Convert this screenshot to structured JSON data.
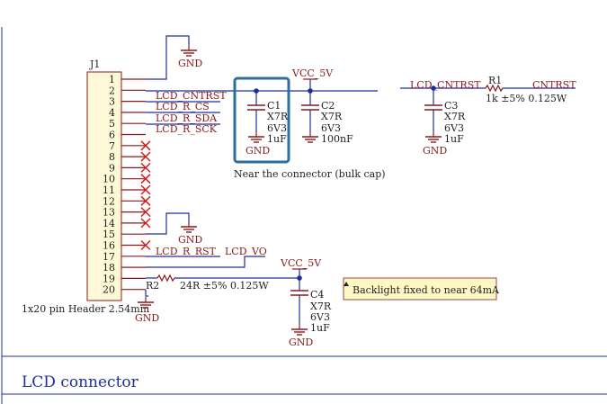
{
  "colors": {
    "wire": "#1f2f9a",
    "symbol": "#8b1a1a",
    "text_red": "#8b1a1a",
    "text_blue": "#1a1a8b",
    "junction": "#1f2f9a",
    "header_fill": "#fff8d6",
    "highlight": "#2a6fa0",
    "note_fill": "#fff8c4",
    "x_mark": "#d11f1f",
    "frame": "#1f2f9a"
  },
  "connector": {
    "ref": "J1",
    "description": "1x20 pin Header 2.54mm",
    "pins": [
      "1",
      "2",
      "3",
      "4",
      "5",
      "6",
      "7",
      "8",
      "9",
      "10",
      "11",
      "12",
      "13",
      "14",
      "15",
      "16",
      "17",
      "18",
      "19",
      "20"
    ]
  },
  "nets": {
    "lcd_cntrst": "LCD_CNTRST",
    "lcd_r_cs": "LCD_R_CS",
    "lcd_r_sda": "LCD_R_SDA",
    "lcd_r_sck": "LCD_R_SCK",
    "lcd_r_rst": "LCD_R_RST",
    "lcd_vo": "LCD_VO",
    "cntrst": "CNTRST",
    "gnd": "GND",
    "vcc_5v": "VCC_5V"
  },
  "components": {
    "c1": {
      "ref": "C1",
      "dielectric": "X7R",
      "voltage": "6V3",
      "value": "1uF"
    },
    "c2": {
      "ref": "C2",
      "dielectric": "X7R",
      "voltage": "6V3",
      "value": "100nF"
    },
    "c3": {
      "ref": "C3",
      "dielectric": "X7R",
      "voltage": "6V3",
      "value": "1uF"
    },
    "c4": {
      "ref": "C4",
      "dielectric": "X7R",
      "voltage": "6V3",
      "value": "1uF"
    },
    "r1": {
      "ref": "R1",
      "value": "1k ±5% 0.125W"
    },
    "r2": {
      "ref": "R2",
      "value": "24R ±5% 0.125W"
    }
  },
  "annotations": {
    "bulk_cap": "Near the connector (bulk cap)",
    "backlight": "Backlight fixed to near 64mA"
  },
  "sheet_title": "LCD connector"
}
